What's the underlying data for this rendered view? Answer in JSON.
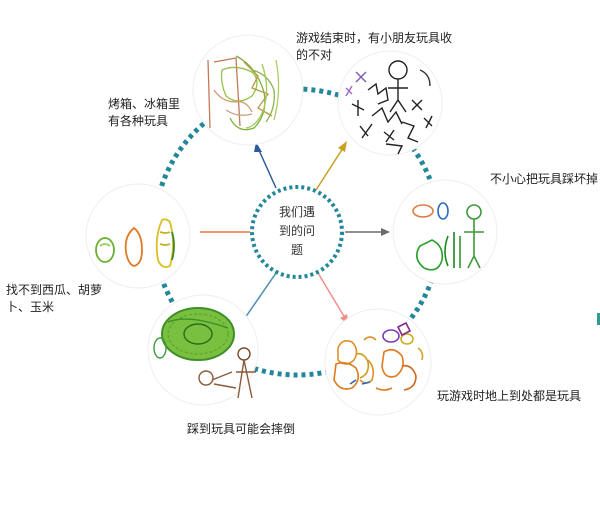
{
  "center": {
    "line1": "我们遇",
    "line2": "到的问",
    "line3": "题"
  },
  "labels": {
    "top": "烤箱、冰箱里\n有各种玩具",
    "top_right": "游戏结束时，有小朋友玩具收\n的不对",
    "right": "不小心把玩具踩坏掉",
    "bottom_right": "玩游戏时地上到处都是玩具",
    "bottom": "踩到玩具可能会摔倒",
    "left": "找不到西瓜、胡萝\n卜、玉米"
  },
  "colors": {
    "ring": "#23879a",
    "arrow_top": "#2d5c9c",
    "arrow_top_right": "#c8a020",
    "arrow_right": "#6b6b6b",
    "arrow_bottom_right": "#f0908a",
    "arrow_bottom": "#4a8db3",
    "arrow_left": "#e07a44"
  }
}
